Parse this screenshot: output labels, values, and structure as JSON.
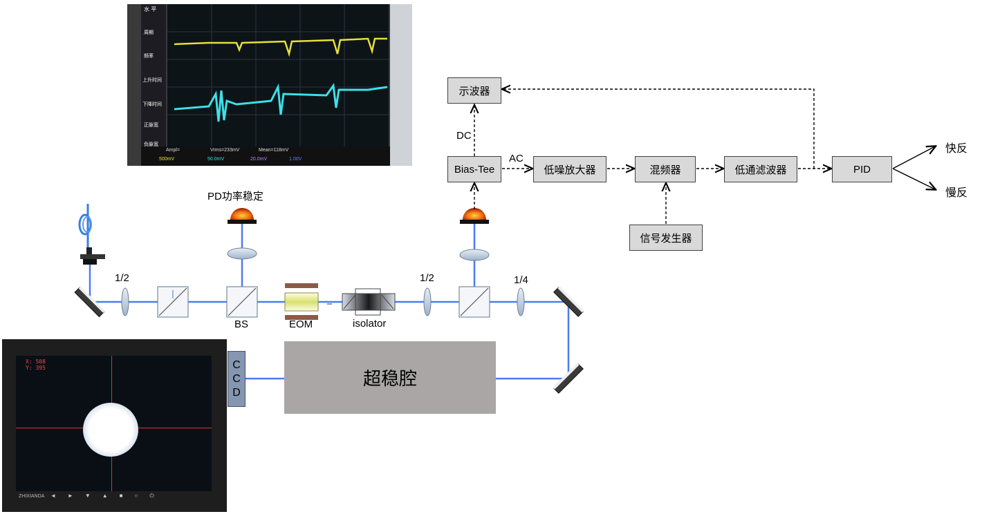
{
  "block_diagram": {
    "oscilloscope_box": "示波器",
    "bias_tee_box": "Bias-Tee",
    "lna_box": "低噪放大器",
    "mixer_box": "混频器",
    "lpf_box": "低通滤波器",
    "pid_box": "PID",
    "signal_gen_box": "信号发生器",
    "dc_label": "DC",
    "ac_label": "AC",
    "fast_output": "快反",
    "slow_output": "慢反"
  },
  "optics": {
    "pd_power_label": "PD功率稳定",
    "half_wave_1": "1/2",
    "half_wave_2": "1/2",
    "quarter_wave": "1/4",
    "bs_label": "BS",
    "eom_label": "EOM",
    "isolator_label": "isolator",
    "cavity_label": "超稳腔",
    "ccd_letters": [
      "C",
      "C",
      "D"
    ]
  },
  "oscilloscope_photo": {
    "menu_title": "水 平",
    "menu_items": [
      "周期",
      "频率",
      "上升时间",
      "下降时间",
      "正脉宽",
      "负脉宽"
    ],
    "ch1_scale": "500mV",
    "ch2_scale": "50.0mV",
    "ch3_scale": "20.0mV",
    "ch4_scale": "1.00V",
    "measure_1": "Ampl=",
    "measure_2": "Vrms=233mV",
    "measure_3": "Mean=118mV"
  },
  "monitor_photo": {
    "x_readout": "X:  508",
    "y_readout": "Y:  395",
    "brand": "ZHIXIANDA"
  },
  "colors": {
    "beam": "#5b8cf5",
    "box_fill": "#d9d9d9",
    "cavity_fill": "#aaa6a6",
    "ccd_fill": "#8496b0",
    "scope_yellow": "#e8e03a",
    "scope_cyan": "#3ee0e8"
  }
}
